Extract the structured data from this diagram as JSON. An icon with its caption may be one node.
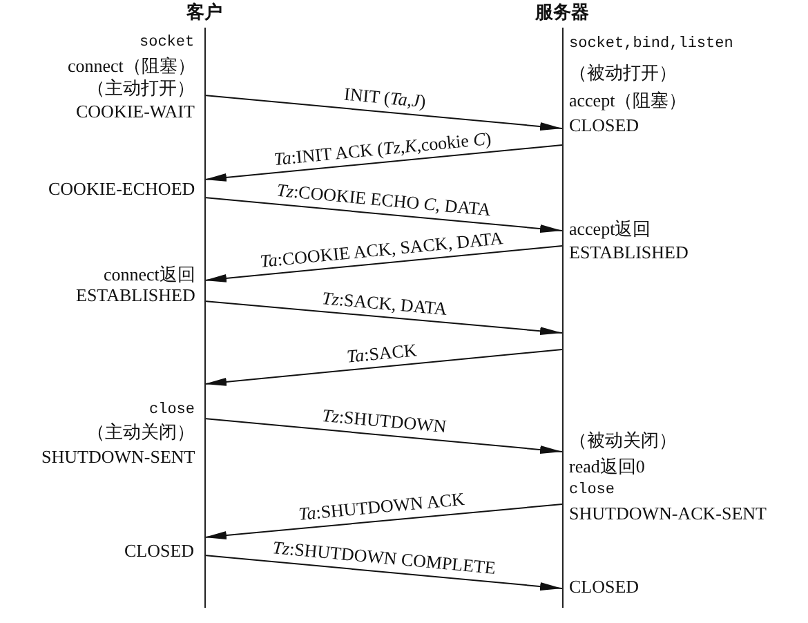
{
  "diagram": {
    "nodes": [
      {
        "text": [
          "客户"
        ]
      },
      {
        "text": [
          "服务器"
        ]
      }
    ],
    "edges": [
      {
        "from": 0,
        "to": 1,
        "arrow": "to",
        "label": "INIT (*Ta*,*J*)"
      },
      {
        "from": 1,
        "to": 0,
        "arrow": "to",
        "label": "*Ta*:INIT ACK (*Tz*,*K*,cookie *C*)"
      },
      {
        "from": 0,
        "to": 1,
        "arrow": "to",
        "label": "*Tz*:COOKIE ECHO *C*, DATA"
      },
      {
        "from": 1,
        "to": 0,
        "arrow": "to",
        "label": "*Ta*:COOKIE ACK, SACK, DATA"
      },
      {
        "from": 0,
        "to": 1,
        "arrow": "to",
        "label": "*Tz*:SACK, DATA"
      },
      {
        "from": 1,
        "to": 0,
        "arrow": "to",
        "label": "*Ta*:SACK"
      },
      {
        "from": 0,
        "to": 1,
        "arrow": "to",
        "label": "*Tz*:SHUTDOWN"
      },
      {
        "from": 1,
        "to": 0,
        "arrow": "to",
        "label": "*Ta*:SHUTDOWN ACK"
      },
      {
        "from": 0,
        "to": 1,
        "arrow": "to",
        "label": "*Tz*:SHUTDOWN COMPLETE"
      }
    ],
    "labels": [
      "socket",
      "socket,bind,listen",
      "connect（阻塞）",
      "（被动打开）",
      "（主动打开）",
      "accept（阻塞）",
      "COOKIE-WAIT",
      "CLOSED",
      "COOKIE-ECHOED",
      "accept返回",
      "ESTABLISHED",
      "connect返回",
      "ESTABLISHED",
      "close",
      "（主动关闭）",
      "（被动关闭）",
      "SHUTDOWN-SENT",
      "read返回0",
      "close",
      "SHUTDOWN-ACK-SENT",
      "CLOSED",
      "CLOSED"
    ]
  }
}
